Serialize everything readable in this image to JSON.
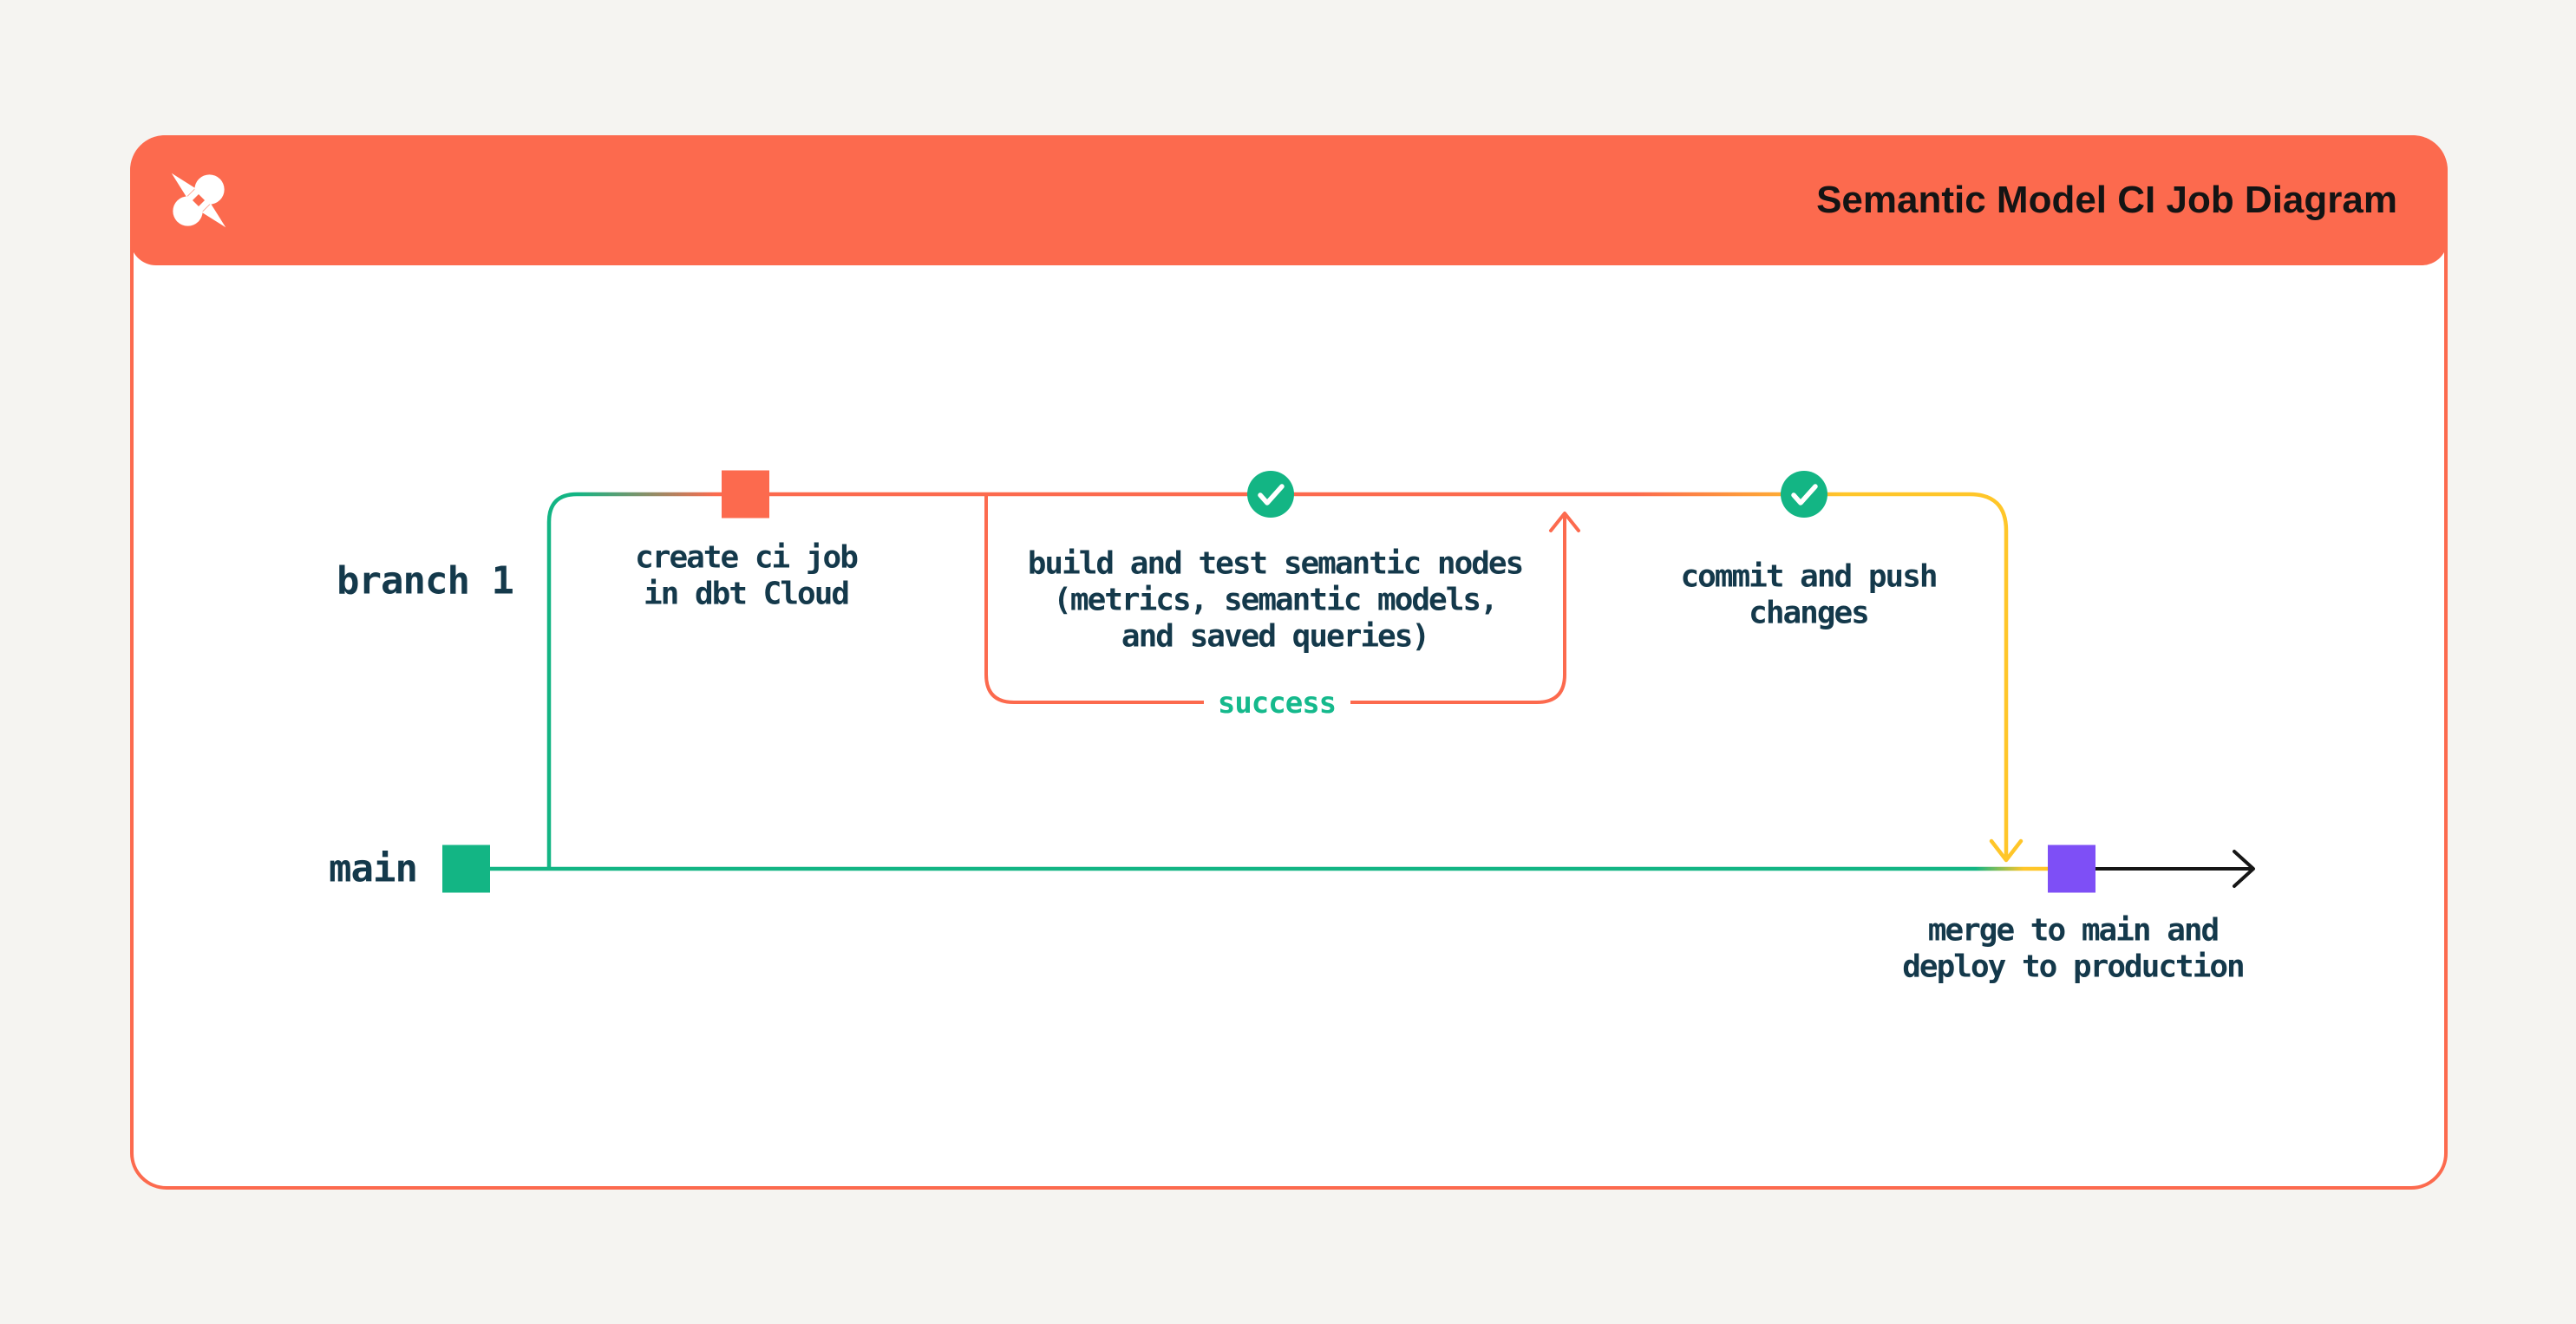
{
  "header": {
    "title": "Semantic Model CI Job Diagram",
    "logo": "dbt-logo"
  },
  "colors": {
    "header_orange": "#FC6A4E",
    "line_green": "#13B584",
    "line_yellow": "#FFC629",
    "commit_purple": "#7E4FF6",
    "text_dark": "#14394B",
    "success_green": "#15B98C",
    "arrow_black": "#161616",
    "page_background": "#F5F4F1",
    "card_background": "#FFFFFF"
  },
  "diagram": {
    "branch_labels": {
      "branch1": "branch 1",
      "main": "main"
    },
    "nodes": {
      "create_ci": {
        "marker": "orange-commit-square",
        "lines": [
          "create ci job",
          "in dbt Cloud"
        ]
      },
      "build_test": {
        "marker": "check-circle",
        "loop_label": "success",
        "lines": [
          "build and test semantic nodes",
          "(metrics, semantic models,",
          "and saved queries)"
        ]
      },
      "commit_push": {
        "marker": "check-circle",
        "lines": [
          "commit and push",
          "changes"
        ]
      },
      "merge": {
        "marker": "purple-commit-square",
        "lines": [
          "merge to main and",
          "deploy to production"
        ]
      }
    }
  }
}
